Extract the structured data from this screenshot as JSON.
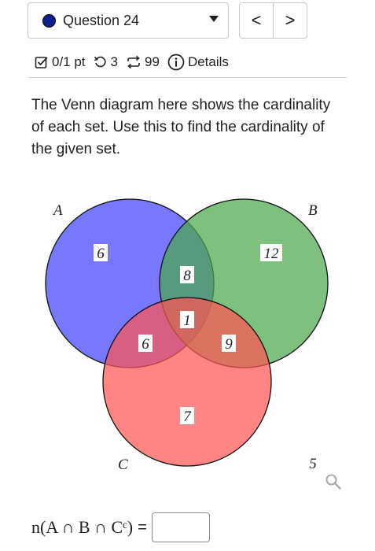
{
  "question": {
    "label": "Question 24"
  },
  "nav": {
    "prev": "<",
    "next": ">"
  },
  "meta": {
    "score": "0/1 pt",
    "retries": "3",
    "attempts": "99",
    "details": "Details"
  },
  "prompt": "The Venn diagram here shows the cardinality of each set. Use this to find the cardinality of the given set.",
  "venn": {
    "set_labels": {
      "a": "A",
      "b": "B",
      "c": "C"
    },
    "regions": {
      "a_only": "6",
      "b_only": "12",
      "a_b_only": "8",
      "a_b_c": "1",
      "a_c_only": "6",
      "b_c_only": "9",
      "c_only": "7",
      "outside": "5"
    },
    "colors": {
      "a": "#5555ff",
      "b": "#4ca84c",
      "c": "#ff5555"
    }
  },
  "answer": {
    "expression": "n(A ∩ B ∩ Cᶜ)",
    "equals": "=",
    "value": ""
  }
}
